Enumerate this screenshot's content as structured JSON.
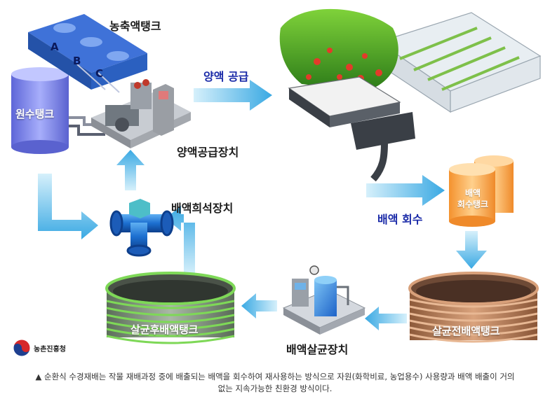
{
  "labels": {
    "nutrient_tank": "농축액탱크",
    "tank_a": "A",
    "tank_b": "B",
    "tank_c": "C",
    "raw_water_tank": "원수탱크",
    "supply": "양액 공급",
    "supply_device": "양액공급장치",
    "drain_dilution": "배액희석장치",
    "drain_recovery": "배액 회수",
    "drain_recovery_tank": [
      "배액",
      "회수탱크"
    ],
    "pre_sterile_tank": "살균전배액탱크",
    "sterilizer": "배액살균장치",
    "post_sterile_tank": "살균후배액탱크"
  },
  "logo": {
    "text": "농촌진흥청"
  },
  "caption": {
    "line1": "▲ 순환식 수경재배는 작물 재배과정 중에 배출되는 배액을 회수하여 재사용하는 방식으로 자원(화학비료, 농업용수) 사용량과 배액 배출이 거의",
    "line2": "없는 지속가능한 친환경 방식이다."
  },
  "colors": {
    "arrow": "#4fb8ea",
    "label_blue": "#1a2aa8",
    "tank_blue": "#7b84e6",
    "tank_orange": "#f5a84a",
    "tank_green": "#7ed857",
    "tank_brown": "#d07a45"
  }
}
